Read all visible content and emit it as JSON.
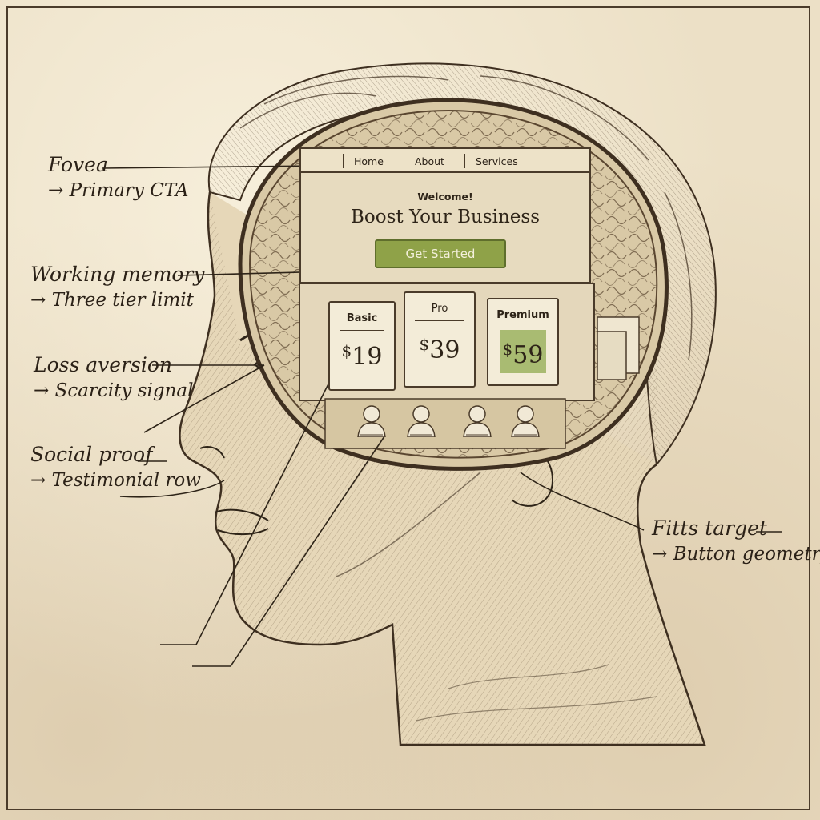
{
  "annotations": [
    {
      "term": "Fovea",
      "note": "→ Primary CTA"
    },
    {
      "term": "Working memory",
      "note": "→ Three tier limit"
    },
    {
      "term": "Loss aversion",
      "note": "→ Scarcity signal"
    },
    {
      "term": "Social proof",
      "note": "→ Testimonial row"
    },
    {
      "term": "Fitts target",
      "note": "→ Button geometry"
    }
  ],
  "mockup": {
    "nav": [
      "Home",
      "About",
      "Services"
    ],
    "hero": {
      "welcome": "Welcome!",
      "headline": "Boost Your Business",
      "cta": "Get Started"
    },
    "pricing": [
      {
        "name": "Basic",
        "currency": "$",
        "amount": "19",
        "highlighted": false
      },
      {
        "name": "Pro",
        "currency": "$",
        "amount": "39",
        "highlighted": false
      },
      {
        "name": "Premium",
        "currency": "$",
        "amount": "59",
        "highlighted": true
      }
    ],
    "testimonial_avatars": 4
  },
  "colors": {
    "paper": "#ece0c6",
    "ink": "#2b2117",
    "accent_green": "#8fa248",
    "highlight_green": "#a9bb72"
  },
  "icons": [
    "person-avatar-icon"
  ]
}
